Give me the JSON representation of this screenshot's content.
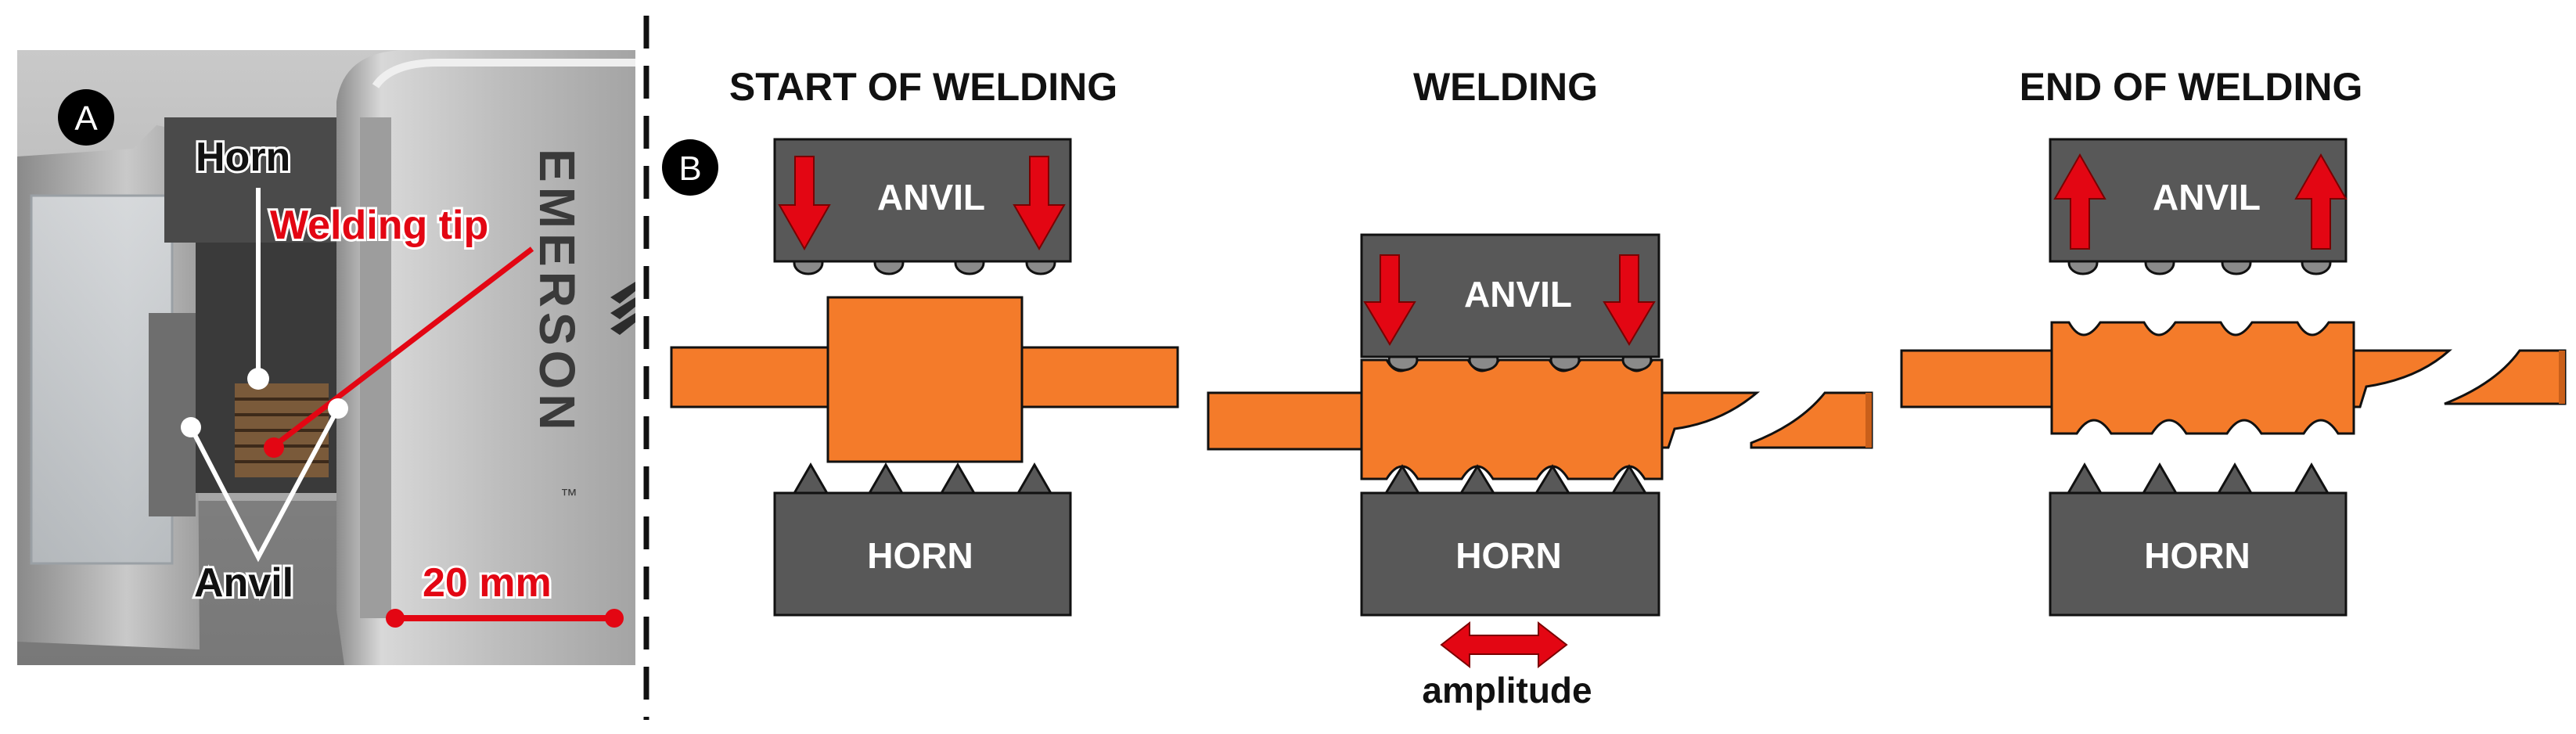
{
  "panel_a": {
    "badge": "A",
    "labels": {
      "horn": "Horn",
      "welding_tip": "Welding tip",
      "anvil": "Anvil",
      "scale_bar": "20 mm",
      "brand": "EMERSON",
      "trademark": "™"
    }
  },
  "panel_b": {
    "badge": "B",
    "stages": {
      "start": {
        "title": "START OF WELDING",
        "anvil_label": "ANVIL",
        "horn_label": "HORN"
      },
      "welding": {
        "title": "WELDING",
        "anvil_label": "ANVIL",
        "horn_label": "HORN",
        "amplitude_label": "amplitude"
      },
      "end": {
        "title": "END OF WELDING",
        "anvil_label": "ANVIL",
        "horn_label": "HORN"
      }
    }
  },
  "colors": {
    "anvil_horn_fill": "#585858",
    "copper_fill": "#F47B2A",
    "arrow_red": "#E30613",
    "label_red": "#E30613",
    "text_dark": "#111111",
    "badge_fill": "#000000"
  }
}
